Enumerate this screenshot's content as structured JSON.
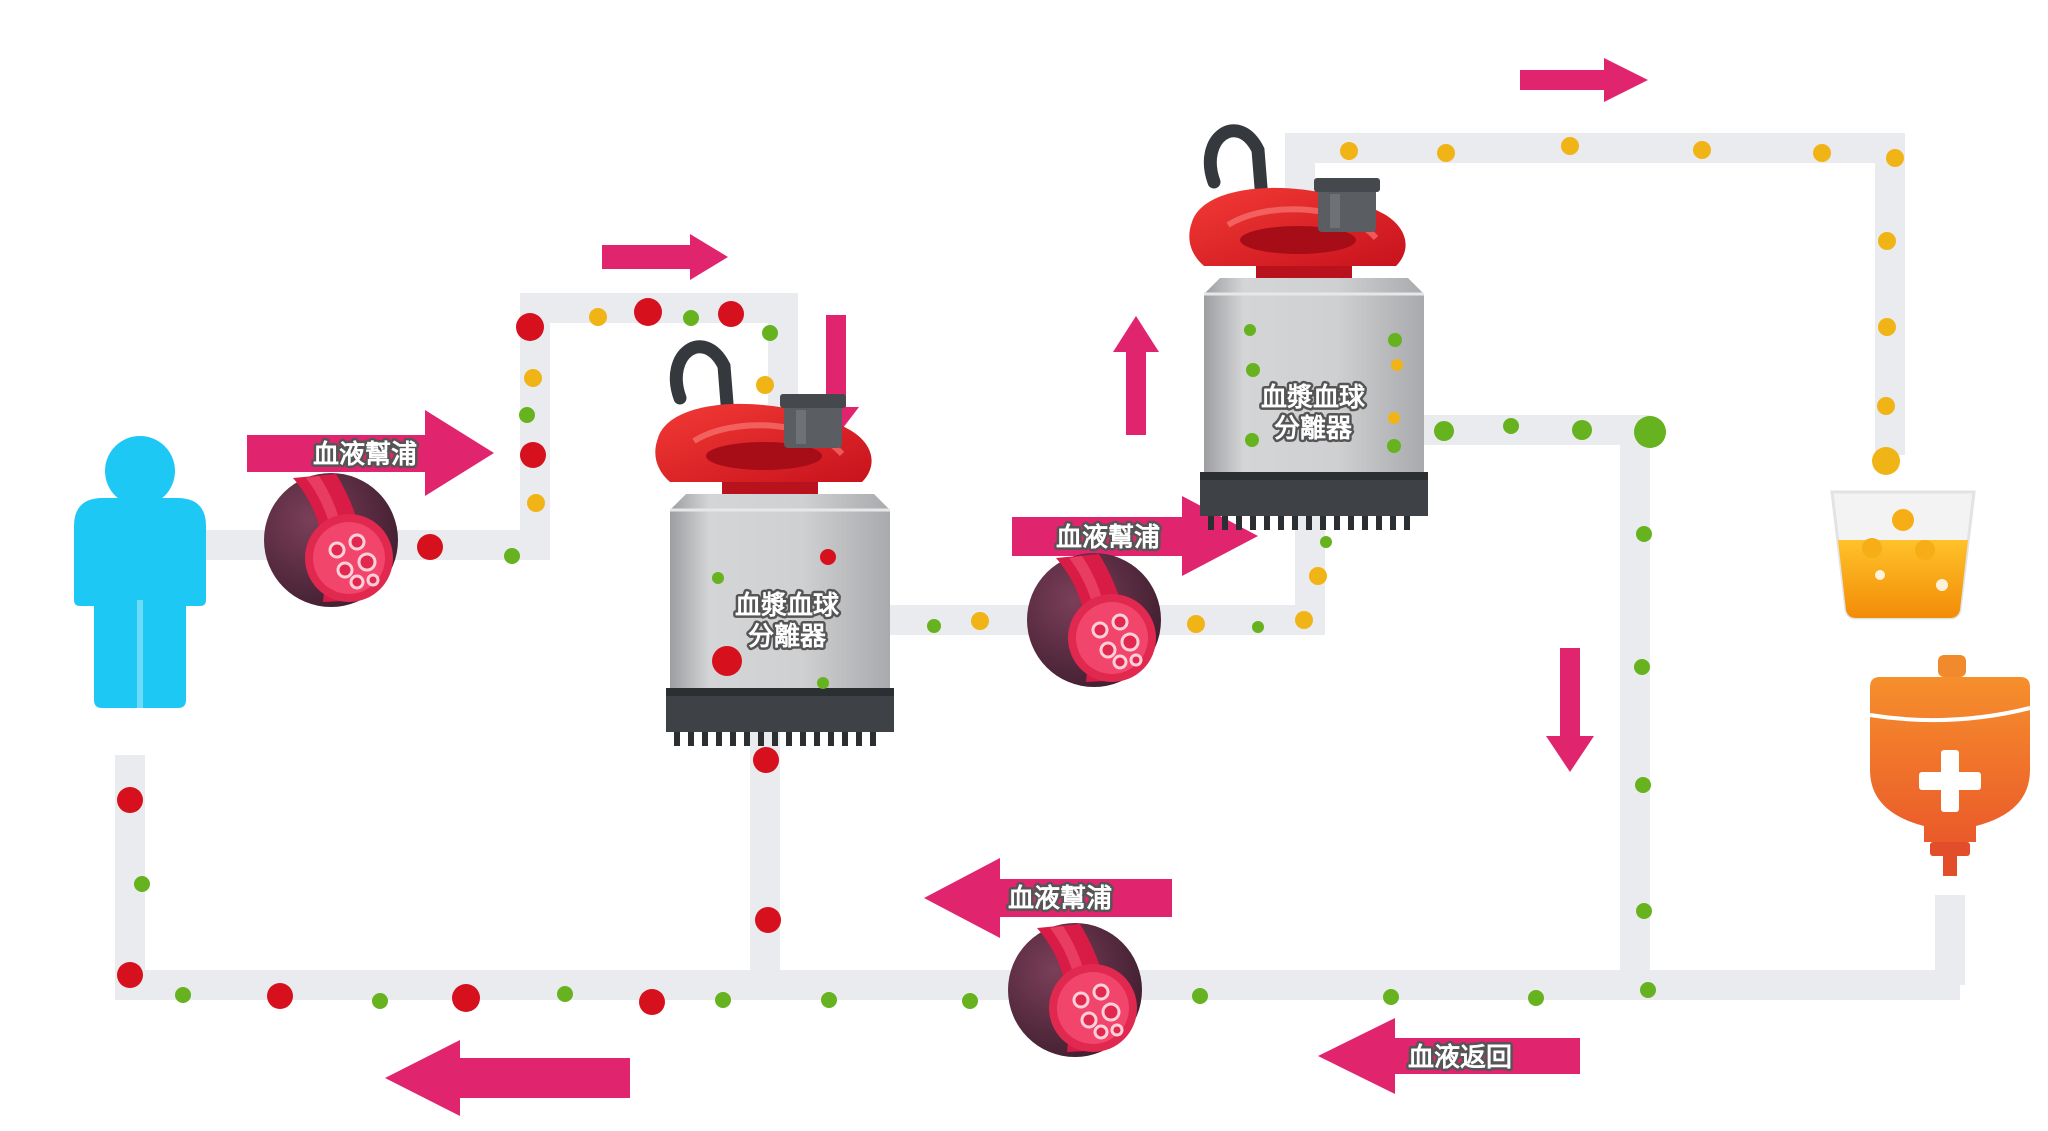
{
  "labels": {
    "pump_1": "血液幫浦",
    "pump_2": "血液幫浦",
    "pump_3": "血液幫浦",
    "blood_return": "血液返回",
    "separator_1_line1": "血漿血球",
    "separator_1_line2": "分離器",
    "separator_2_line1": "血漿血球",
    "separator_2_line2": "分離器"
  },
  "icons": [
    "person-icon",
    "blood-vessel-icon",
    "separator-pump-icon",
    "plasma-beaker-icon",
    "iv-bag-icon",
    "flow-arrow-icon"
  ],
  "colors": {
    "person": "#1ec8f5",
    "tube": "#e9ebee",
    "arrow": "#e0246e",
    "red_cell": "#d6101c",
    "green_particle": "#66b21f",
    "yellow_particle": "#f1b416",
    "separator_red": "#e4202a",
    "separator_grey": "#c8c9cb",
    "plasma": "#f7a90a",
    "iv_bag": "#f0782a"
  }
}
